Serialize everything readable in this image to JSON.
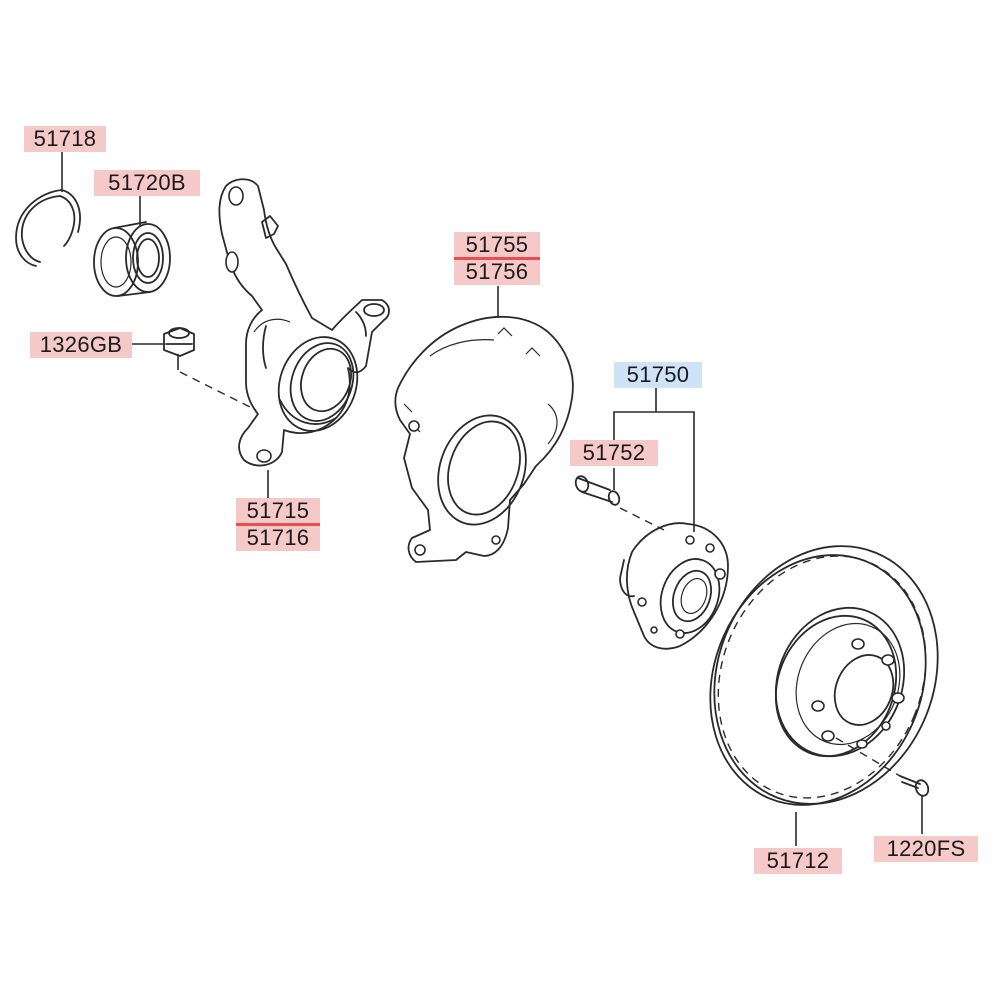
{
  "labels": {
    "snap_ring": "51718",
    "bearing": "51720B",
    "nut": "1326GB",
    "knuckle_a": "51715",
    "knuckle_b": "51716",
    "dust_cover_a": "51755",
    "dust_cover_b": "51756",
    "hub_assembly": "51750",
    "hub_bolt": "51752",
    "disc": "51712",
    "screw": "1220FS"
  },
  "colors": {
    "label_highlight": "#f6c9c9",
    "assembly_highlight": "#cfe3f8",
    "divider": "#ea4d4d",
    "line": "#2a2a2a"
  }
}
